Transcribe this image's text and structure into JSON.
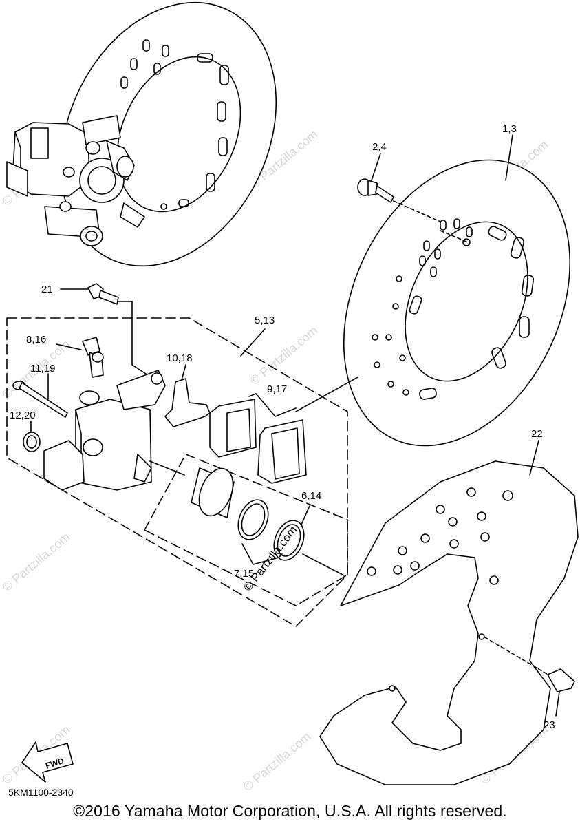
{
  "callouts": {
    "c1_3": "1,3",
    "c2_4": "2,4",
    "c21": "21",
    "c5_13": "5,13",
    "c8_16": "8,16",
    "c10_18": "10,18",
    "c11_19": "11,19",
    "c9_17": "9,17",
    "c12_20": "12,20",
    "c6_14": "6,14",
    "c7_15": "7,15",
    "c22": "22",
    "c23": "23"
  },
  "fwd_label": "FWD",
  "drawing_code": "5KM1100-2340",
  "copyright": "©2016 Yamaha Motor Corporation, U.S.A. All rights reserved.",
  "watermark": "© Partzilla.com",
  "watermark_center": "© Partzilla.com"
}
